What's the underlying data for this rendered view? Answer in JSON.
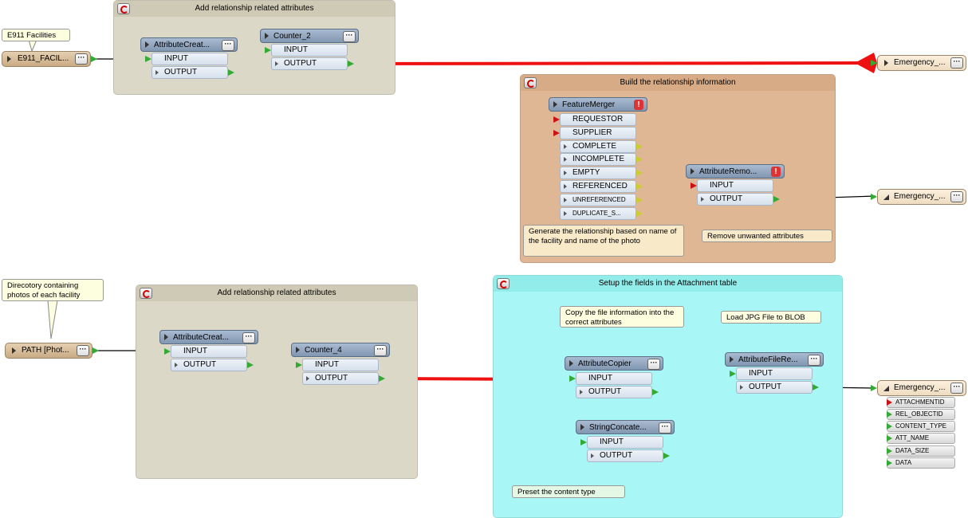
{
  "bookmarks": {
    "rel_top": {
      "title": "Add relationship related attributes",
      "color": "#dcd8c8"
    },
    "build_rel": {
      "title": "Build the relationship information",
      "color": "#dfb794"
    },
    "rel_bottom": {
      "title": "Add relationship related attributes",
      "color": "#dcd8c8"
    },
    "attachment": {
      "title": "Setup the fields in the Attachment table",
      "color": "#a8f7f6"
    }
  },
  "readers": {
    "e911": {
      "label": "E911_FACIL..."
    },
    "path": {
      "label": "PATH [Phot..."
    }
  },
  "writers": {
    "w1": {
      "label": "Emergency_..."
    },
    "w2": {
      "label": "Emergency_..."
    },
    "w3": {
      "label": "Emergency_..."
    }
  },
  "writer_attributes": [
    {
      "name": "ATTACHMENTID",
      "required": true
    },
    {
      "name": "REL_OBJECTID",
      "required": false
    },
    {
      "name": "CONTENT_TYPE",
      "required": false
    },
    {
      "name": "ATT_NAME",
      "required": false
    },
    {
      "name": "DATA_SIZE",
      "required": false
    },
    {
      "name": "DATA",
      "required": false
    }
  ],
  "transformers": {
    "attrcreator1": {
      "name": "AttributeCreat...",
      "ports": [
        "INPUT",
        "OUTPUT"
      ]
    },
    "counter2": {
      "name": "Counter_2",
      "ports": [
        "INPUT",
        "OUTPUT"
      ]
    },
    "featuremerger": {
      "name": "FeatureMerger",
      "inputs": [
        "REQUESTOR",
        "SUPPLIER"
      ],
      "outputs": [
        "COMPLETE",
        "INCOMPLETE",
        "EMPTY",
        "REFERENCED",
        "UNREFERENCED",
        "DUPLICATE_S..."
      ]
    },
    "attrremover": {
      "name": "AttributeRemo...",
      "ports": [
        "INPUT",
        "OUTPUT"
      ]
    },
    "attrcreator2": {
      "name": "AttributeCreat...",
      "ports": [
        "INPUT",
        "OUTPUT"
      ]
    },
    "counter4": {
      "name": "Counter_4",
      "ports": [
        "INPUT",
        "OUTPUT"
      ]
    },
    "attrcopier": {
      "name": "AttributeCopier",
      "ports": [
        "INPUT",
        "OUTPUT"
      ]
    },
    "stringconcat": {
      "name": "StringConcate...",
      "ports": [
        "INPUT",
        "OUTPUT"
      ]
    },
    "attrfilereader": {
      "name": "AttributeFileRe...",
      "ports": [
        "INPUT",
        "OUTPUT"
      ]
    }
  },
  "annotations": {
    "e911_facilities": "E911 Facilities",
    "directory": "Direcotory containing photos of each facility",
    "generate_rel": "Generate the relationship based on name of the facility and name of the photo",
    "remove_unwanted": "Remove unwanted attributes",
    "copy_file_info": "Copy the file information into the correct attributes",
    "load_jpg": "Load JPG File to BLOB",
    "preset_content": "Preset the content type"
  },
  "icons": {
    "bookmark": "bookmark-icon",
    "expand": "expand-triangle-icon",
    "more": "ellipsis-icon",
    "warning": "warning-icon"
  },
  "colors": {
    "arrow": "#ee1111",
    "port_ok": "#33aa33",
    "port_required": "#cc1111"
  }
}
